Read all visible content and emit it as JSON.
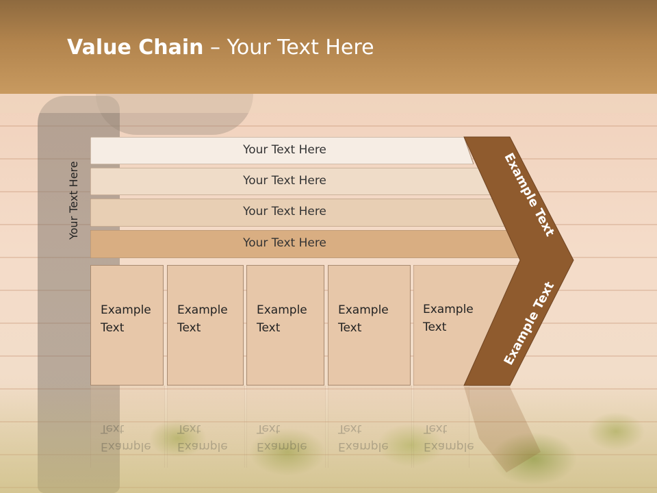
{
  "slide": {
    "title_bold": "Value Chain",
    "title_rest": " – Your Text Here",
    "side_label": "Your Text Here",
    "rows": [
      {
        "label": "Your Text Here"
      },
      {
        "label": "Your Text Here"
      },
      {
        "label": "Your Text Here"
      },
      {
        "label": "Your Text Here"
      }
    ],
    "boxes": [
      {
        "line1": "Example",
        "line2": "Text"
      },
      {
        "line1": "Example",
        "line2": "Text"
      },
      {
        "line1": "Example",
        "line2": "Text"
      },
      {
        "line1": "Example",
        "line2": "Text"
      },
      {
        "line1": "Example",
        "line2": "Text"
      }
    ],
    "chevron_top_label": "Example Text",
    "chevron_bottom_label": "Example Text",
    "colors": {
      "header": "#b2844d",
      "chevron": "#8f5b2e",
      "row1": "#f6ede4",
      "row2": "#efdcc8",
      "row3": "#e8cfb4",
      "row4": "#d9ae82",
      "box": "#e7c7a9"
    }
  }
}
